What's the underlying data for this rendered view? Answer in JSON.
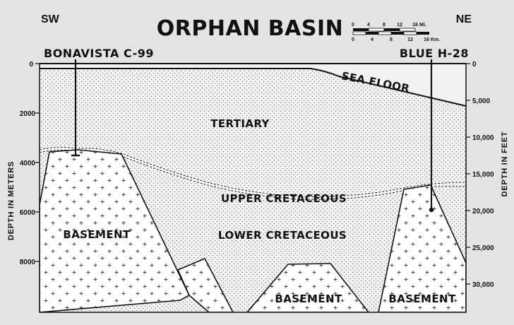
{
  "title": "ORPHAN BASIN",
  "corner_left": "SW",
  "corner_right": "NE",
  "wells": [
    {
      "name": "BONAVISTA C-99"
    },
    {
      "name": "BLUE H-28"
    }
  ],
  "units": {
    "sea_floor": "SEA FLOOR",
    "tertiary": "TERTIARY",
    "upper_cretaceous": "UPPER CRETACEOUS",
    "lower_cretaceous": "LOWER CRETACEOUS",
    "basement": "BASEMENT"
  },
  "left_axis": {
    "title": "DEPTH IN METERS",
    "ticks": [
      "0",
      "2000",
      "4000",
      "6000",
      "8000"
    ]
  },
  "right_axis": {
    "title": "DEPTH IN FEET",
    "ticks": [
      "0",
      "5,000",
      "10,000",
      "15,000",
      "20,000",
      "25,000",
      "30,000"
    ]
  },
  "scale_bar": {
    "miles_ticks": [
      "0",
      "4",
      "8",
      "12",
      "16"
    ],
    "miles_unit": "Mi.",
    "km_ticks": [
      "0",
      "4",
      "8",
      "12",
      "16"
    ],
    "km_unit": "Km."
  },
  "colors": {
    "background": "#e4e4e4",
    "ink": "#111111",
    "stipple": "#6a6a6a",
    "basement_cross": "#444444"
  }
}
